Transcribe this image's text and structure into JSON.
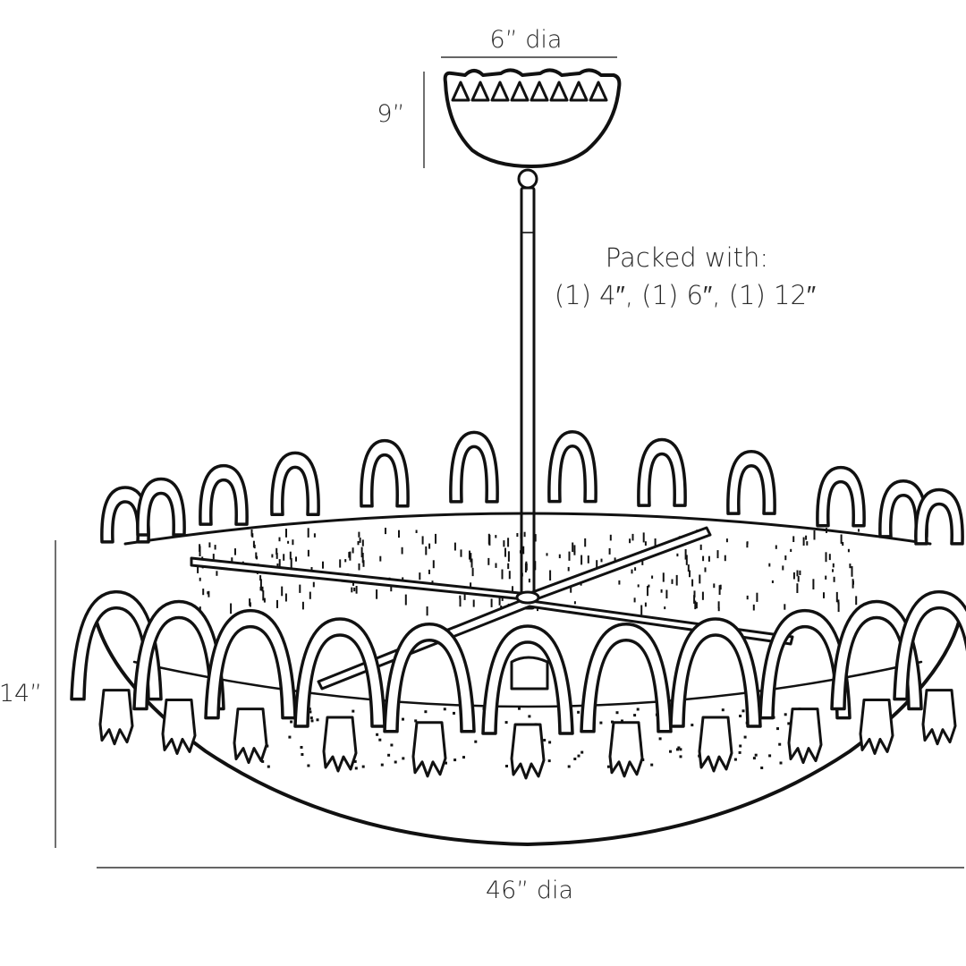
{
  "dimensions": {
    "canopy_diameter": "6” dia",
    "canopy_height": "9”",
    "fixture_height": "14”",
    "fixture_diameter": "46” dia"
  },
  "packing_note": {
    "line1": "Packed with:",
    "line2": "(1) 4″, (1) 6″, (1) 12″"
  },
  "colors": {
    "ink": "#111111",
    "background": "#ffffff"
  }
}
